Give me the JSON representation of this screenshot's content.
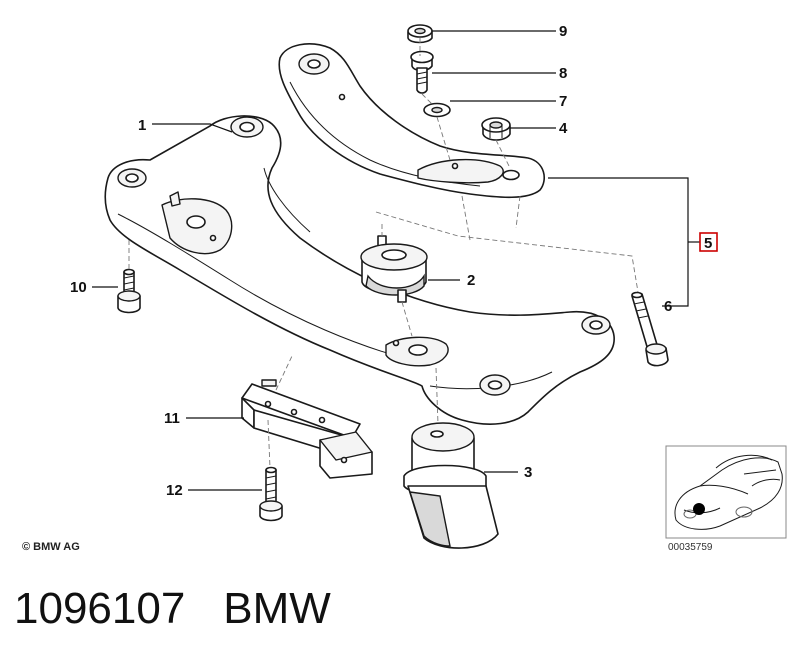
{
  "callouts": {
    "c1": "1",
    "c2": "2",
    "c3": "3",
    "c4": "4",
    "c5": "5",
    "c6": "6",
    "c7": "7",
    "c8": "8",
    "c9": "9",
    "c10": "10",
    "c11": "11",
    "c12": "12"
  },
  "highlight_color": "#cc0000",
  "copyright": "© BMW AG",
  "inset_code": "00035759",
  "footer": {
    "part_number": "1096107",
    "brand": "BMW"
  }
}
